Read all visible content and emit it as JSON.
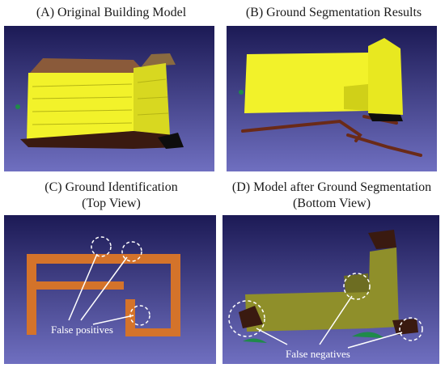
{
  "panels": {
    "a": {
      "title": "(A) Original Building Model"
    },
    "b": {
      "title": "(B) Ground  Segmentation Results"
    },
    "c": {
      "title_line1": "(C) Ground Identification",
      "title_line2": "(Top View)",
      "annotation": "False positives"
    },
    "d": {
      "title_line1": "(D) Model after Ground Segmentation",
      "title_line2": "(Bottom View)",
      "annotation": "False negatives"
    }
  },
  "colors": {
    "background_top": "#1c1a55",
    "background_bottom": "#6f6fc0",
    "building_yellow": "#f2f22a",
    "roof_brown": "#8a5a3a",
    "ground_dark": "#3a1a10",
    "ground_orange": "#d4732a",
    "model_olive": "#8f8f2a",
    "tree_green": "#1f8a4a",
    "annotation": "#ffffff"
  }
}
